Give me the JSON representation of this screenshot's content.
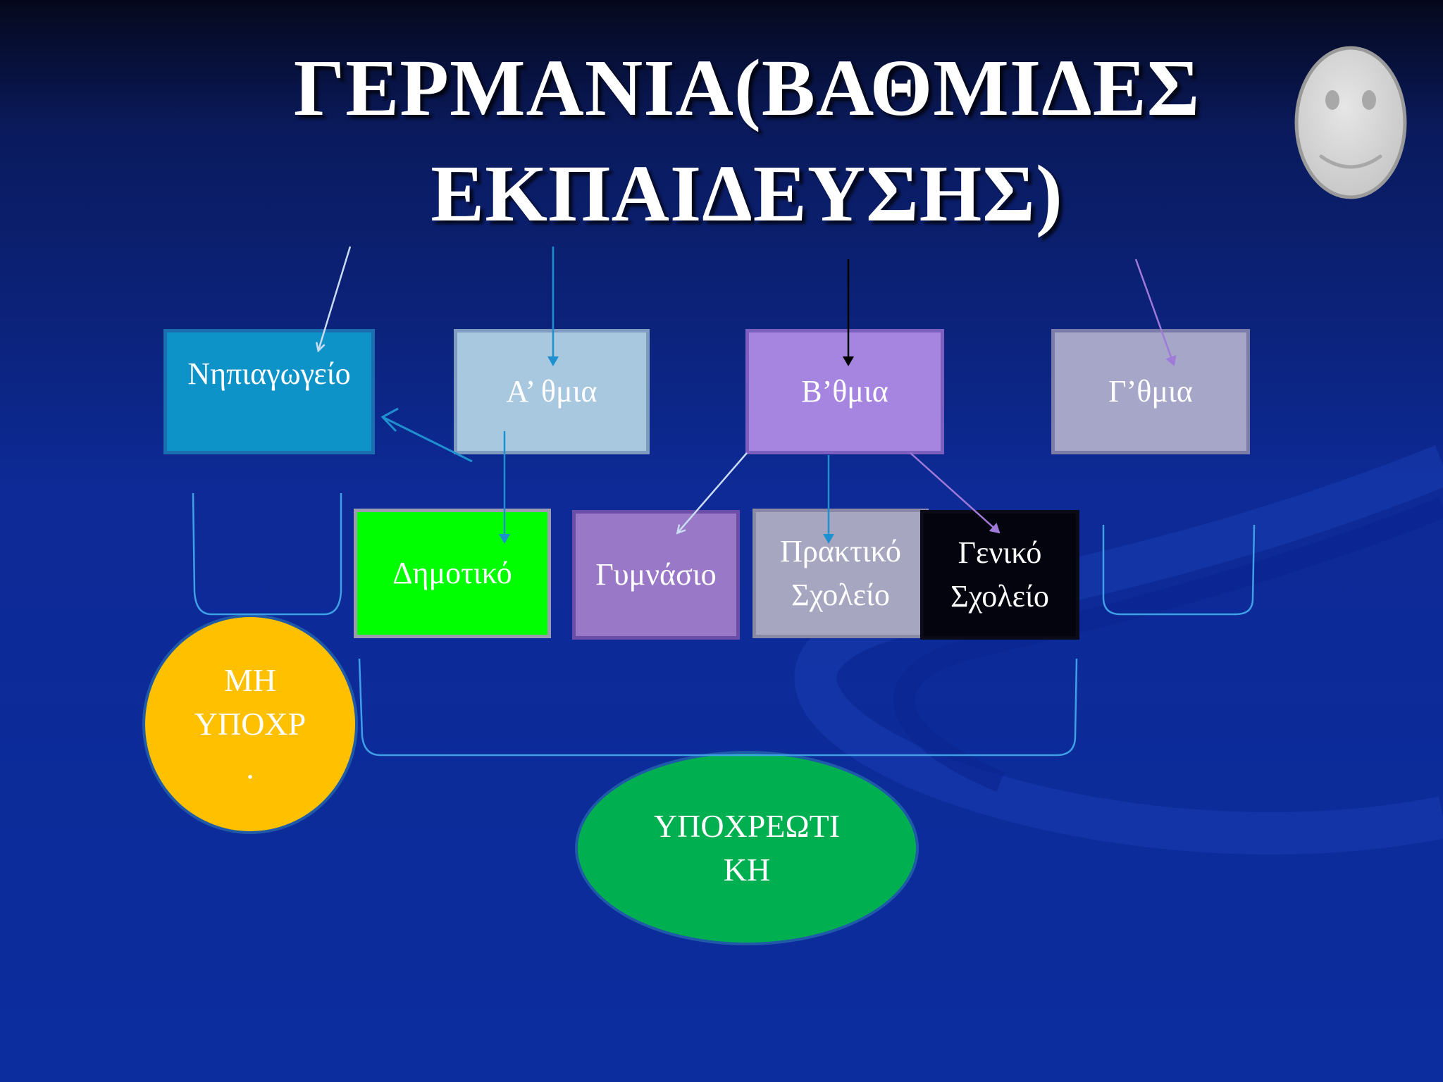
{
  "title": "ΓΕΡΜΑΝΙΑ(ΒΑΘΜΙΔΕΣ ΕΚΠΑΙΔΕΥΣΗΣ)",
  "colors": {
    "background": "#0c2d9e",
    "nipiagogeio": "#0e93c9",
    "a_thmia": "#a8c8e0",
    "b_thmia": "#a585e0",
    "g_thmia": "#a6a6c8",
    "dimotiko": "#00ff00",
    "gymnasio": "#9a78c8",
    "praktiko": "#a6a6c0",
    "geniko": "#04040e",
    "mi_ypoxr": "#ffc000",
    "ypoxreotiki": "#00b050"
  },
  "levels": {
    "nipiagogeio": "Νηπιαγωγείο",
    "a_thmia": "Α’ θμια",
    "b_thmia": "Β’θμια",
    "g_thmia": "Γ’θμια"
  },
  "schools": {
    "dimotiko": "Δημοτικό",
    "gymnasio": "Γυμνάσιο",
    "praktiko": "Πρακτικό\nΣχολείο",
    "geniko": "Γενικό\nΣχολείο"
  },
  "groups": {
    "mi_ypoxr": "ΜΗ\nΥΠΟΧΡ\n.",
    "ypoxreotiki": "ΥΠΟΧΡΕΩΤΙ\nΚΗ"
  },
  "icons": {
    "smiley": "smiley-face-icon"
  }
}
